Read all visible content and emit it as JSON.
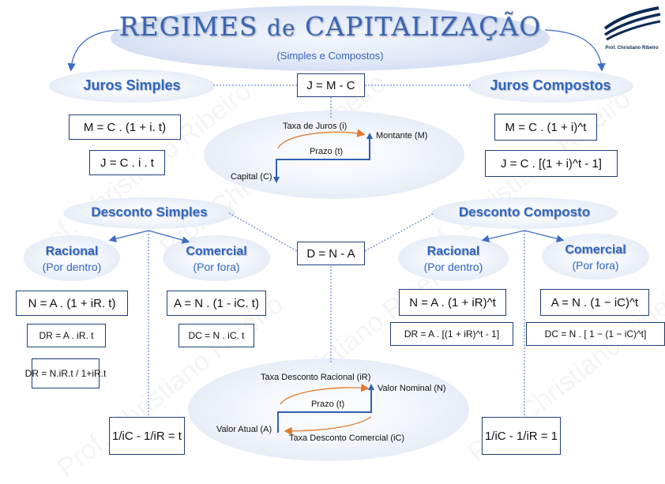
{
  "title": {
    "main_upper": "REGIMES",
    "main_lower": "de",
    "main_upper2": "CAPITALIZAÇÃO",
    "subtitle": "(Simples e Compostos)"
  },
  "logo": {
    "caption": "Prof. Christiano Ribeiro"
  },
  "watermark": "Prof. Christiano Ribeiro",
  "juros": {
    "simples_heading": "Juros Simples",
    "compostos_heading": "Juros Compostos",
    "relation": "J = M - C",
    "simples_montante": "M = C . (1 + i. t)",
    "simples_juros": "J = C . i . t",
    "compostos_montante": "M = C . (1 + i)^t",
    "compostos_juros": "J = C . [(1 + i)^t - 1]",
    "diagram": {
      "taxa": "Taxa de Juros (i)",
      "montante": "Montante (M)",
      "prazo": "Prazo (t)",
      "capital": "Capital (C)"
    }
  },
  "desconto": {
    "simples_heading": "Desconto Simples",
    "composto_heading": "Desconto Composto",
    "relation": "D = N - A",
    "racional": "Racional",
    "por_dentro": "(Por dentro)",
    "comercial": "Comercial",
    "por_fora": "(Por fora)",
    "ds_racional_valor": "N = A . (1 + iR. t)",
    "ds_racional_desconto": "DR = A . iR. t",
    "ds_racional_taxa": "DR = N.iR.t / 1+iR.t",
    "ds_comercial_valor": "A = N . (1 - iC. t)",
    "ds_comercial_desconto": "DC = N . iC. t",
    "ds_relacao_taxas": "1/iC - 1/iR = t",
    "dc_racional_valor": "N = A . (1 + iR)^t",
    "dc_racional_desconto": "DR = A . [(1 + iR)^t - 1]",
    "dc_comercial_valor": "A = N . (1 − iC)^t",
    "dc_comercial_desconto": "DC = N . [ 1 − (1 − iC)^t]",
    "dc_relacao_taxas": "1/iC - 1/iR = 1",
    "diagram": {
      "taxa_racional": "Taxa Desconto Racional (iR)",
      "valor_nominal": "Valor Nominal (N)",
      "prazo": "Prazo (t)",
      "valor_atual": "Valor Atual (A)",
      "taxa_comercial": "Taxa Desconto Comercial (iC)"
    }
  }
}
